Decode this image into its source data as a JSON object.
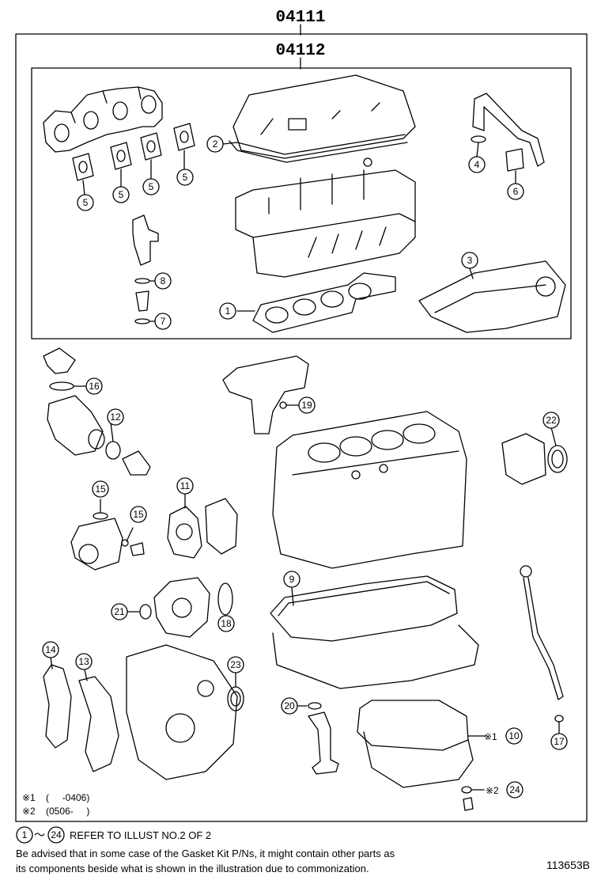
{
  "diagram": {
    "kit_outer": "04111",
    "kit_inner": "04112",
    "part_numbers": [
      "1",
      "2",
      "3",
      "4",
      "5",
      "6",
      "7",
      "8",
      "9",
      "10",
      "11",
      "12",
      "13",
      "14",
      "15",
      "16",
      "17",
      "18",
      "19",
      "20",
      "21",
      "22",
      "23",
      "24"
    ],
    "notes": {
      "note1_mark": "※1",
      "note1_text": "(     -0406)",
      "note2_mark": "※2",
      "note2_text": "(0506-     )",
      "ref_from": "1",
      "ref_to": "24",
      "ref_tilde": "～",
      "ref_text": "REFER TO ILLUST NO.2 OF 2",
      "advice_line1": "Be advised that in some case of the Gasket Kit P/Ns, it might contain other parts as",
      "advice_line2": "its components beside what is shown in the illustration due to commonization.",
      "illust_code": "113653B"
    }
  }
}
